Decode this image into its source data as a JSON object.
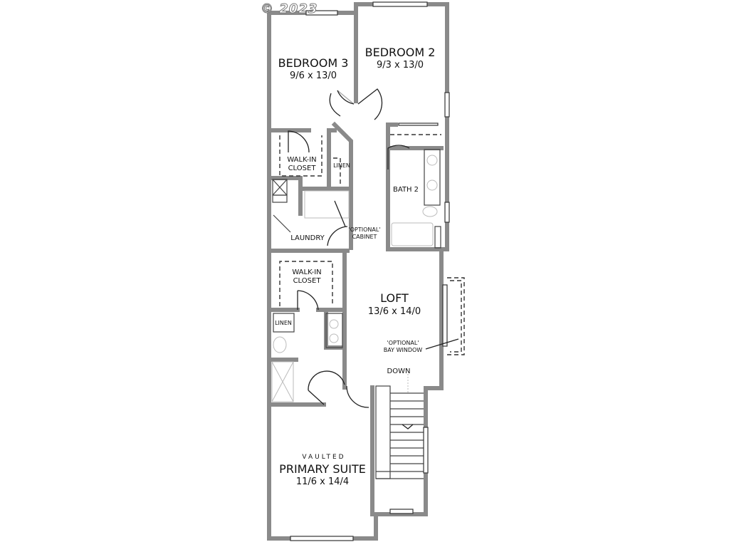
{
  "watermark": "© 2023",
  "rooms": {
    "bedroom3": {
      "name": "BEDROOM 3",
      "size": "9/6 x 13/0"
    },
    "bedroom2": {
      "name": "BEDROOM 2",
      "size": "9/3 x 13/0"
    },
    "walkin_closet_upper": {
      "name_line1": "WALK-IN",
      "name_line2": "CLOSET"
    },
    "linen_upper": {
      "name": "LINEN"
    },
    "bath2": {
      "name": "BATH 2"
    },
    "laundry": {
      "name": "LAUNDRY"
    },
    "optional_cabinet": {
      "line1": "'OPTIONAL'",
      "line2": "CABINET"
    },
    "walkin_closet_primary": {
      "name_line1": "WALK-IN",
      "name_line2": "CLOSET"
    },
    "linen_primary": {
      "name": "LINEN"
    },
    "loft": {
      "name": "LOFT",
      "size": "13/6 x 14/0"
    },
    "optional_bay_window": {
      "line1": "'OPTIONAL'",
      "line2": "BAY WINDOW"
    },
    "stairs": {
      "label": "DOWN"
    },
    "primary_suite": {
      "qualifier": "VAULTED",
      "name": "PRIMARY SUITE",
      "size": "11/6 x 14/4"
    }
  },
  "colors": {
    "wall": "#8a8a8a",
    "line": "#222222",
    "background": "#ffffff"
  }
}
